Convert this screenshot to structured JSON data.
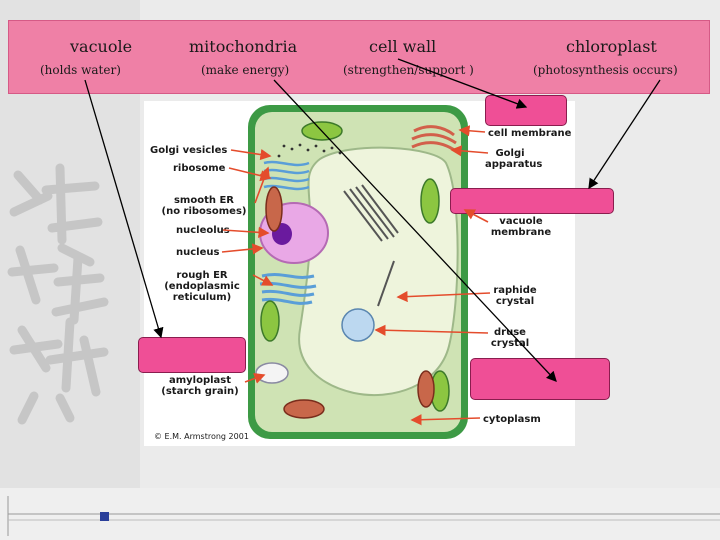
{
  "organelles": [
    {
      "name": "vacuole",
      "function": "(holds water)"
    },
    {
      "name": "mitochondria",
      "function": "(make energy)"
    },
    {
      "name": "cell wall",
      "function": "(strengthen/support )"
    },
    {
      "name": "chloroplast",
      "function": "(photosynthesis occurs)"
    }
  ],
  "diagram": {
    "left_labels": [
      "Golgi vesicles",
      "ribosome",
      "smooth ER",
      "(no ribosomes)",
      "nucleolus",
      "nucleus",
      "rough ER",
      "(endoplasmic",
      "reticulum)",
      "amyloplast",
      "(starch grain)"
    ],
    "right_labels": [
      "cell membrane",
      "Golgi",
      "apparatus",
      "vacuole",
      "membrane",
      "raphide",
      "crystal",
      "druse",
      "crystal",
      "cytoplasm"
    ],
    "credit": "© E.M. Armstrong 2001"
  },
  "colors": {
    "header_fill": "#ef80a6",
    "blank_box_fill": "#ef4f96",
    "cell_wall": "#4fa64a",
    "cytoplasm": "#cfe3b4",
    "vacuole": "#ecf3d9",
    "arrow": "#e44c2c",
    "footer_accent": "#2a3f9a"
  },
  "icons": [
    "chinese-calligraphy-background",
    "plant-cell-illustration"
  ]
}
